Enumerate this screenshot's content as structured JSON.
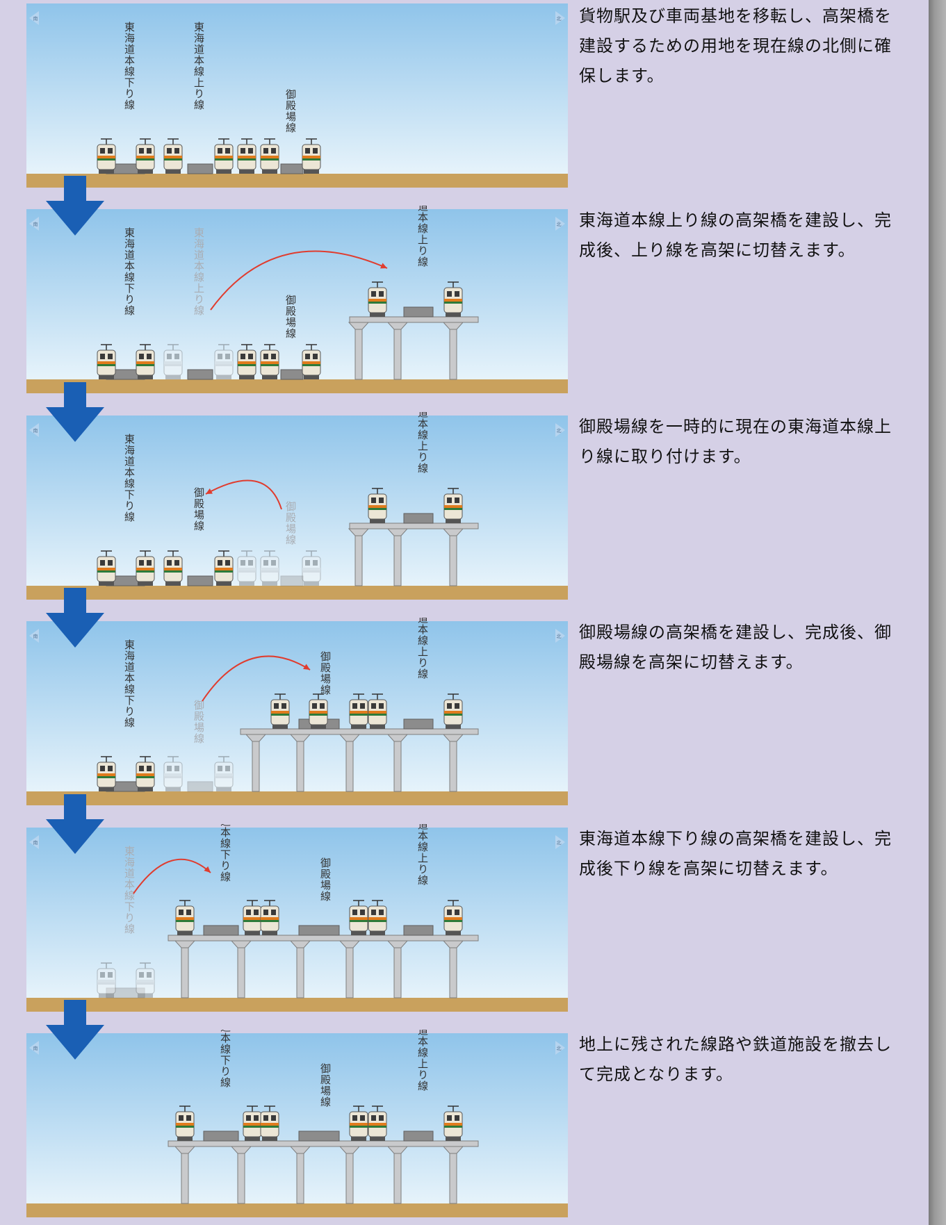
{
  "labels": {
    "down_line": "東海道本線下り線",
    "up_line": "東海道本線上り線",
    "gotemba_line": "御殿場線",
    "south": "南",
    "north": "北"
  },
  "colors": {
    "sky_top": "#8fc4ea",
    "sky_bottom": "#e8f4fb",
    "ground": "#c9a15d",
    "arrow": "#1a5fb4",
    "curve": "#e03c2e",
    "background": "#d5d0e6"
  },
  "steps": [
    {
      "text": "貨物駅及び車両基地を移転し、高架橋を建設するための用地を現在線の北側に確保します。"
    },
    {
      "text": "東海道本線上り線の高架橋を建設し、完成後、上り線を高架に切替えます。"
    },
    {
      "text": "御殿場線を一時的に現在の東海道本線上り線に取り付けます。"
    },
    {
      "text": "御殿場線の高架橋を建設し、完成後、御殿場線を高架に切替えます。"
    },
    {
      "text": "東海道本線下り線の高架橋を建設し、完成後下り線を高架に切替えます。"
    },
    {
      "text": "地上に残された線路や鉄道施設を撤去して完成となります。"
    }
  ]
}
